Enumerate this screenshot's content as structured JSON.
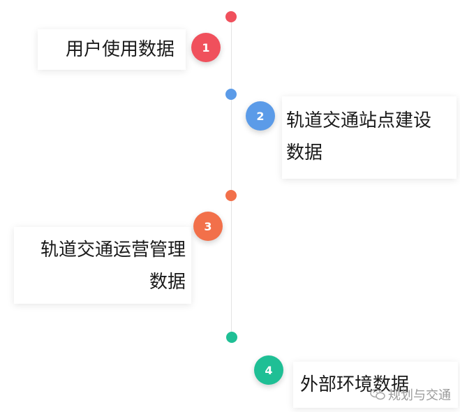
{
  "timeline": {
    "items": [
      {
        "number": "1",
        "line1": "用户使用数据",
        "line2": "",
        "color": "#f0505c"
      },
      {
        "number": "2",
        "line1": "轨道交通站点建设",
        "line2": "数据",
        "color": "#5b9be8"
      },
      {
        "number": "3",
        "line1": "轨道交通运营管理",
        "line2": "数据",
        "color": "#f2704a"
      },
      {
        "number": "4",
        "line1": "外部环境数据",
        "line2": "",
        "color": "#1fbf95"
      }
    ]
  },
  "watermark": {
    "text": "规划与交通",
    "icon": "wechat-icon"
  }
}
